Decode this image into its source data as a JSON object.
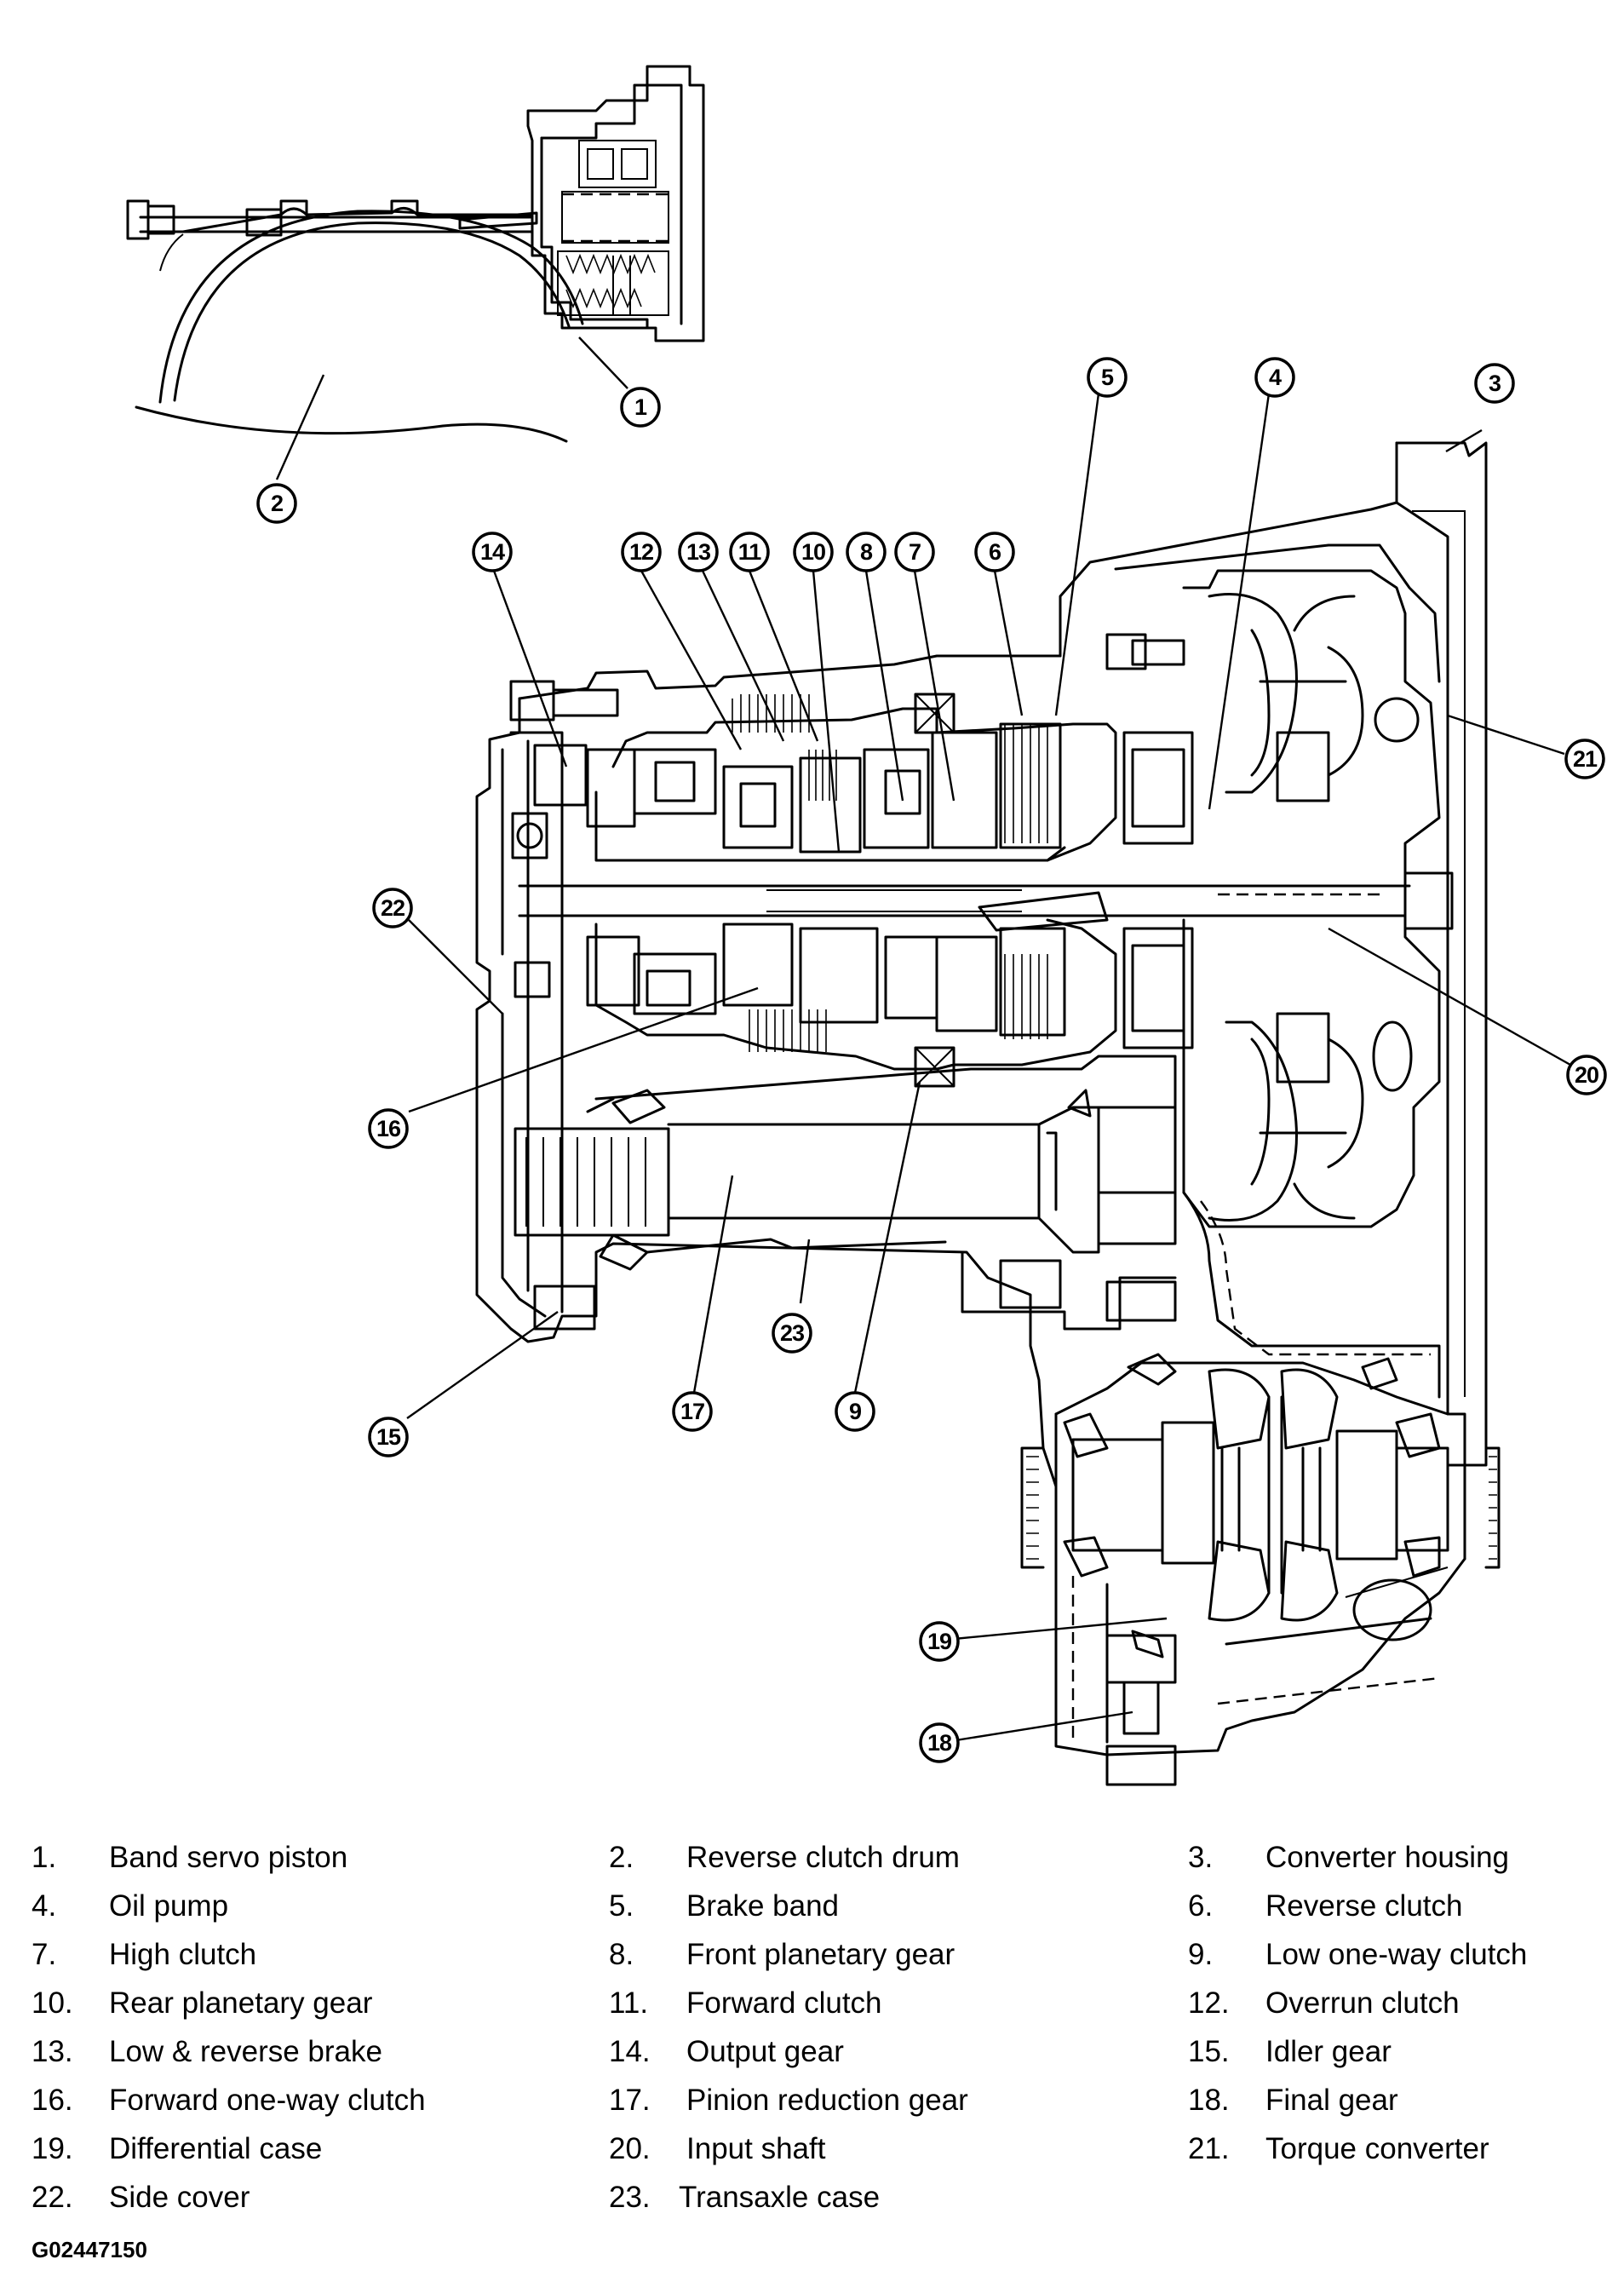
{
  "callouts": [
    "1",
    "2",
    "3",
    "4",
    "5",
    "6",
    "7",
    "8",
    "9",
    "10",
    "11",
    "12",
    "13",
    "14",
    "15",
    "16",
    "17",
    "18",
    "19",
    "20",
    "21",
    "22",
    "23"
  ],
  "legend": [
    {
      "num": "1.",
      "name": "Band servo piston"
    },
    {
      "num": "2.",
      "name": "Reverse clutch drum"
    },
    {
      "num": "3.",
      "name": "Converter housing"
    },
    {
      "num": "4.",
      "name": "Oil pump"
    },
    {
      "num": "5.",
      "name": "Brake band"
    },
    {
      "num": "6.",
      "name": "Reverse clutch"
    },
    {
      "num": "7.",
      "name": "High clutch"
    },
    {
      "num": "8.",
      "name": "Front planetary gear"
    },
    {
      "num": "9.",
      "name": "Low one-way clutch"
    },
    {
      "num": "10.",
      "name": "Rear planetary gear"
    },
    {
      "num": "11.",
      "name": "Forward clutch"
    },
    {
      "num": "12.",
      "name": "Overrun clutch"
    },
    {
      "num": "13.",
      "name": "Low & reverse brake"
    },
    {
      "num": "14.",
      "name": "Output gear"
    },
    {
      "num": "15.",
      "name": "Idler gear"
    },
    {
      "num": "16.",
      "name": "Forward one-way clutch"
    },
    {
      "num": "17.",
      "name": "Pinion reduction gear"
    },
    {
      "num": "18.",
      "name": "Final gear"
    },
    {
      "num": "19.",
      "name": "Differential case"
    },
    {
      "num": "20.",
      "name": "Input shaft"
    },
    {
      "num": "21.",
      "name": "Torque converter"
    },
    {
      "num": "22.",
      "name": "Side cover"
    },
    {
      "num": "23.",
      "name": "Transaxle case"
    }
  ],
  "figure_code": "G02447150"
}
